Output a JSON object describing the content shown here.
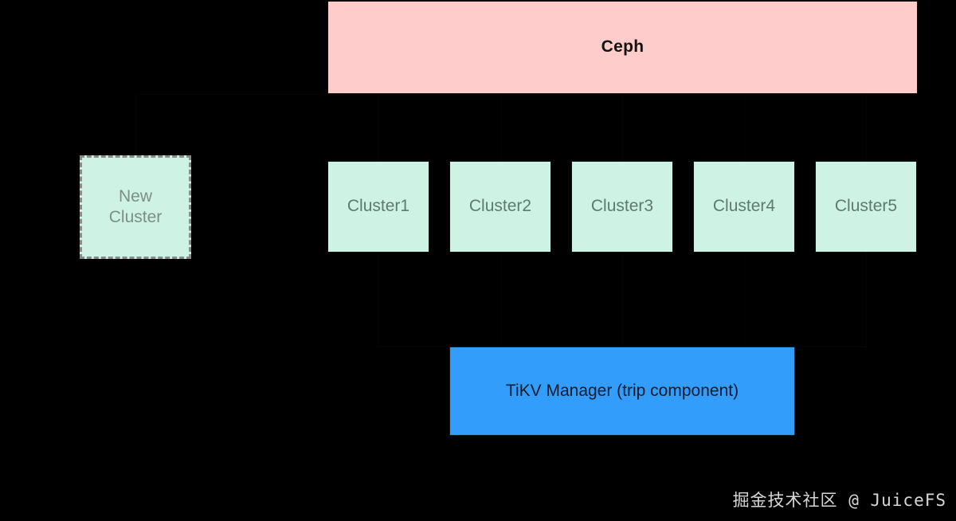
{
  "diagram": {
    "title_node": {
      "label": "Ceph",
      "fill": "#FDCCCB",
      "text_color": "#121212"
    },
    "placeholder_node": {
      "label_line1": "New",
      "label_line2": "Cluster",
      "fill": "#CEF2E4",
      "border_color": "#8a8a8a",
      "border_style": "dashed",
      "text_color": "#7C8F8A"
    },
    "clusters": [
      {
        "label": "Cluster1"
      },
      {
        "label": "Cluster2"
      },
      {
        "label": "Cluster3"
      },
      {
        "label": "Cluster4"
      },
      {
        "label": "Cluster5"
      }
    ],
    "cluster_style": {
      "fill": "#CEF2E4",
      "text_color": "#5F7A73"
    },
    "manager_node": {
      "label": "TiKV Manager (trip component)",
      "fill": "#339DFC",
      "text_color": "#0d1b2a"
    },
    "background_color": "#000000"
  },
  "watermark": {
    "text": "掘金技术社区 @ JuiceFS",
    "color": "#e9e9e9"
  }
}
